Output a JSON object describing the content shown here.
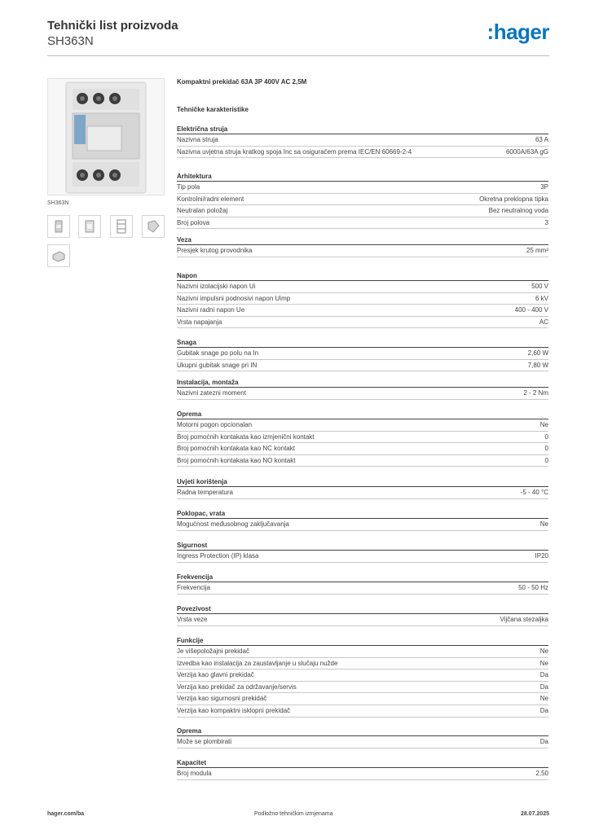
{
  "header": {
    "title": "Tehnički list proizvoda",
    "subtitle": "SH363N",
    "logo_text": ":hager",
    "brand_color": "#0a75bd"
  },
  "product": {
    "caption": "SH363N",
    "name": "Kompaktni prekidač 63A 3P 400V AC 2,5M",
    "tech_heading": "Tehničke karakteristike"
  },
  "sections": [
    {
      "title": "Električna struja",
      "rows": [
        {
          "label": "Nazivna struja",
          "value": "63 A"
        },
        {
          "label": "Nazivna uvjetna struja kratkog spoja Inc sa osiguračem prema IEC/EN 60669-2-4",
          "value": "6000A/63A gG"
        }
      ]
    },
    {
      "title": "Arhitektura",
      "rows": [
        {
          "label": "Tip pola",
          "value": "3P"
        },
        {
          "label": "Kontrolni/radni element",
          "value": "Okretna preklopna tipka"
        },
        {
          "label": "Neutralan položaj",
          "value": "Bez neutralnog voda"
        },
        {
          "label": "Broj polova",
          "value": "3"
        }
      ]
    },
    {
      "title": "Veza",
      "rows": [
        {
          "label": "Presjek krutog provodnika",
          "value": "25 mm²"
        }
      ]
    },
    {
      "title": "Napon",
      "rows": [
        {
          "label": "Nazivni izolacijski napon Ui",
          "value": "500 V"
        },
        {
          "label": "Nazivni impulsni podnosivi napon Uimp",
          "value": "6 kV"
        },
        {
          "label": "Nazivni radni napon Ue",
          "value": "400 - 400 V"
        },
        {
          "label": "Vrsta napajanja",
          "value": "AC"
        }
      ]
    },
    {
      "title": "Snaga",
      "rows": [
        {
          "label": "Gubitak snage po polu na In",
          "value": "2,60 W"
        },
        {
          "label": "Ukupni gubitak snage pri IN",
          "value": "7,80 W"
        }
      ]
    },
    {
      "title": "Instalacija, montaža",
      "rows": [
        {
          "label": "Nazivni zatezni moment",
          "value": "2 - 2 Nm"
        }
      ]
    },
    {
      "title": "Oprema",
      "rows": [
        {
          "label": "Motorni pogon opcionalan",
          "value": "Ne"
        },
        {
          "label": "Broj pomoćnih kontakata kao izmjenični kontakt",
          "value": "0"
        },
        {
          "label": "Broj pomoćnih kontakata kao NC kontakt",
          "value": "0"
        },
        {
          "label": "Broj pomoćnih kontakata kao NO kontakt",
          "value": "0"
        }
      ]
    },
    {
      "title": "Uvjeti korištenja",
      "rows": [
        {
          "label": "Radna temperatura",
          "value": "-5 - 40 °C"
        }
      ]
    },
    {
      "title": "Poklopac, vrata",
      "rows": [
        {
          "label": "Mogućnost međusobnog zaključavanja",
          "value": "Ne"
        }
      ]
    },
    {
      "title": "Sigurnost",
      "rows": [
        {
          "label": "Ingress Protection (IP) klasa",
          "value": "IP20"
        }
      ]
    },
    {
      "title": "Frekvencija",
      "rows": [
        {
          "label": "Frekvencija",
          "value": "50 - 50 Hz"
        }
      ]
    },
    {
      "title": "Povezivost",
      "rows": [
        {
          "label": "Vrsta veze",
          "value": "Vijčana stezaljka"
        }
      ]
    },
    {
      "title": "Funkcije",
      "rows": [
        {
          "label": "Je višepoložajni prekidač",
          "value": "Ne"
        },
        {
          "label": "Izvedba kao instalacija za zaustavljanje u slučaju nužde",
          "value": "Ne"
        },
        {
          "label": "Verzija kao glavni prekidač",
          "value": "Da"
        },
        {
          "label": "Verzija kao prekidač za održavanje/servis",
          "value": "Da"
        },
        {
          "label": "Verzija kao sigurnosni prekidač",
          "value": "Ne"
        },
        {
          "label": "Verzija kao kompaktni isklopni prekidač",
          "value": "Da"
        }
      ]
    },
    {
      "title": "Oprema",
      "rows": [
        {
          "label": "Može se plombirati",
          "value": "Da"
        }
      ]
    },
    {
      "title": "Kapacitet",
      "rows": [
        {
          "label": "Broj modula",
          "value": "2,50"
        }
      ]
    }
  ],
  "footer": {
    "left": "hager.com/ba",
    "center": "Podložno tehničkim izmjenama",
    "right": "28.07.2025"
  }
}
